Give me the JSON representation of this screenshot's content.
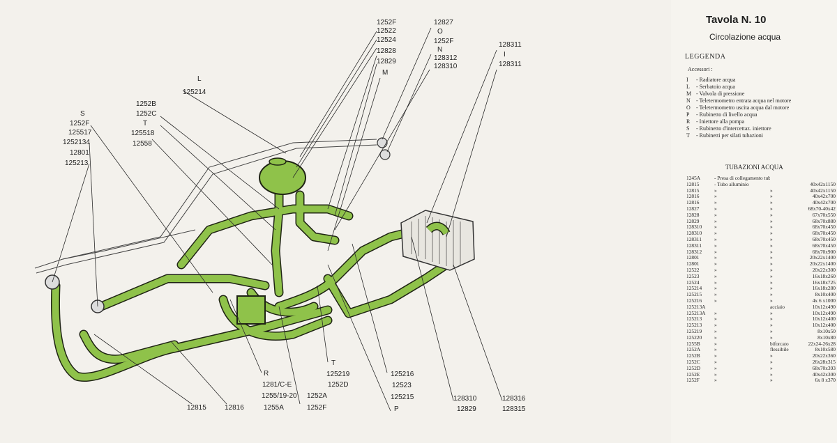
{
  "colors": {
    "pipe": "#8fc24a",
    "pipe_outline": "#1f2414",
    "paper": "#f3f1ec"
  },
  "diagram": {
    "callouts_top": [
      "1252F",
      "12522",
      "12524",
      "12828",
      "12829",
      "M",
      "12827",
      "O",
      "1252F",
      "N",
      "128312",
      "128310",
      "128311",
      "I",
      "128311"
    ],
    "callouts_left": [
      "L",
      "125214",
      "1252B",
      "1252C",
      "T",
      "125518",
      "12558",
      "S",
      "1252F",
      "125517",
      "1252134",
      "12801",
      "125213"
    ],
    "callouts_bottom": [
      "12815",
      "12816",
      "R",
      "1281/C-E",
      "1255/19-20",
      "1255A",
      "1252A",
      "1252F",
      "T",
      "125219",
      "1252D",
      "125216",
      "12523",
      "125215",
      "P",
      "128310",
      "12829",
      "128316",
      "128315"
    ]
  },
  "legend": {
    "title": "Tavola N. 10",
    "subtitle": "Circolazione acqua",
    "heading": "LEGGENDA",
    "accessories_label": "Accessori :",
    "items": [
      {
        "key": "I",
        "text": "- Radiatore acqua"
      },
      {
        "key": "L",
        "text": "- Serbatoio acqua"
      },
      {
        "key": "M",
        "text": "- Valvola di pressione"
      },
      {
        "key": "N",
        "text": "- Teletermometro entrata acqua nel motore"
      },
      {
        "key": "O",
        "text": "- Teletermometro uscita acqua dal motore"
      },
      {
        "key": "P",
        "text": "- Rubinetto di livello acqua"
      },
      {
        "key": "R",
        "text": "- Iniettore alla pompa"
      },
      {
        "key": "S",
        "text": "- Rubinetto d'intercettaz. iniettore"
      },
      {
        "key": "T",
        "text": "- Rubinetti per silati tubazioni"
      }
    ]
  },
  "tubazioni": {
    "heading": "TUBAZIONI ACQUA",
    "rows": [
      {
        "code": "1245A",
        "desc": "- Presa di collegamento tubazione alla pompa motore",
        "mat": "",
        "size": ""
      },
      {
        "code": "12815",
        "desc": "- Tubo alluminio",
        "mat": "",
        "size": "40x42x1150"
      },
      {
        "code": "12815",
        "desc": "»",
        "mat": "»",
        "size": "40x42x1150"
      },
      {
        "code": "12816",
        "desc": "»",
        "mat": "»",
        "size": "40x42x700"
      },
      {
        "code": "12816",
        "desc": "»",
        "mat": "»",
        "size": "40x42x700"
      },
      {
        "code": "12827",
        "desc": "»",
        "mat": "»",
        "size": "68x70-40x42"
      },
      {
        "code": "12828",
        "desc": "»",
        "mat": "»",
        "size": "67x70x550"
      },
      {
        "code": "12829",
        "desc": "»",
        "mat": "»",
        "size": "68x70x880"
      },
      {
        "code": "128310",
        "desc": "»",
        "mat": "»",
        "size": "68x70x450"
      },
      {
        "code": "128310",
        "desc": "»",
        "mat": "»",
        "size": "68x70x450"
      },
      {
        "code": "128311",
        "desc": "»",
        "mat": "»",
        "size": "68x70x450"
      },
      {
        "code": "128311",
        "desc": "»",
        "mat": "»",
        "size": "68x70x450"
      },
      {
        "code": "128312",
        "desc": "»",
        "mat": "»",
        "size": "68x70x900"
      },
      {
        "code": "12801",
        "desc": "»",
        "mat": "»",
        "size": "20x22x1400"
      },
      {
        "code": "12801",
        "desc": "»",
        "mat": "»",
        "size": "20x22x1400"
      },
      {
        "code": "12522",
        "desc": "»",
        "mat": "»",
        "size": "20x22x300"
      },
      {
        "code": "12523",
        "desc": "»",
        "mat": "»",
        "size": "16x18x260"
      },
      {
        "code": "12524",
        "desc": "»",
        "mat": "»",
        "size": "16x18x725"
      },
      {
        "code": "125214",
        "desc": "»",
        "mat": "»",
        "size": "16x18x280"
      },
      {
        "code": "125215",
        "desc": "»",
        "mat": "»",
        "size": "8x10x400"
      },
      {
        "code": "125216",
        "desc": "»",
        "mat": "»",
        "size": "4x 6 x1000"
      },
      {
        "code": "125213A",
        "desc": "",
        "mat": "acciaio",
        "size": "10x12x490"
      },
      {
        "code": "125213A",
        "desc": "»",
        "mat": "»",
        "size": "10x12x490"
      },
      {
        "code": "125213",
        "desc": "»",
        "mat": "»",
        "size": "10x12x400"
      },
      {
        "code": "125213",
        "desc": "»",
        "mat": "»",
        "size": "10x12x400"
      },
      {
        "code": "125219",
        "desc": "»",
        "mat": "»",
        "size": "8x10x50"
      },
      {
        "code": "125220",
        "desc": "»",
        "mat": "»",
        "size": "8x10x80"
      },
      {
        "code": "1255B",
        "desc": "»",
        "mat": "biforcato",
        "size": "22x24-26x28"
      },
      {
        "code": "1252A",
        "desc": "»",
        "mat": "flessibile",
        "size": "8x10x580"
      },
      {
        "code": "1252B",
        "desc": "»",
        "mat": "»",
        "size": "20x22x360"
      },
      {
        "code": "1252C",
        "desc": "»",
        "mat": "»",
        "size": "26x28x315"
      },
      {
        "code": "1252D",
        "desc": "»",
        "mat": "»",
        "size": "68x70x393"
      },
      {
        "code": "1252E",
        "desc": "»",
        "mat": "»",
        "size": "40x42x300"
      },
      {
        "code": "1252F",
        "desc": "»",
        "mat": "»",
        "size": "6x 8 x370"
      }
    ]
  }
}
